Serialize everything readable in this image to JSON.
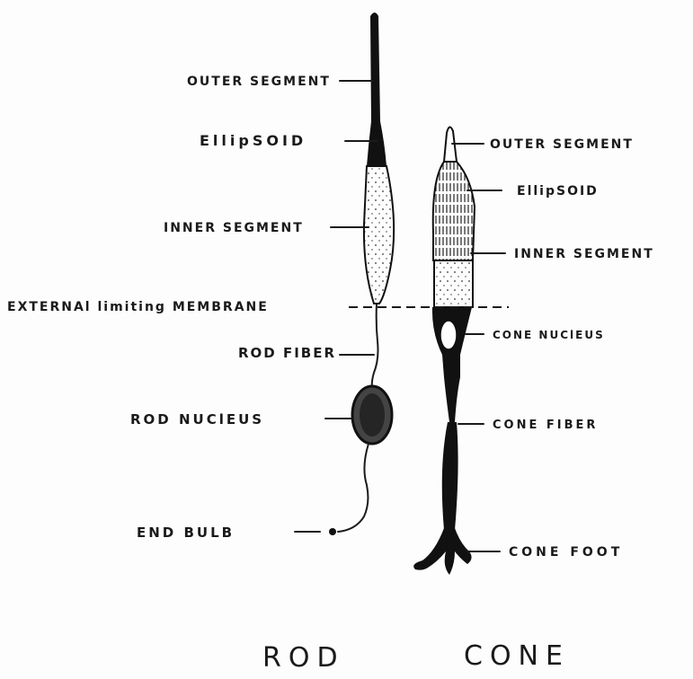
{
  "rod": {
    "title": "ROD",
    "labels": {
      "outer_segment": "OUTER SEGMENT",
      "ellipsoid": "EllipSOID",
      "inner_segment": "INNER SEGMENT",
      "external_limiting_membrane": "EXTERNAl limiting MEMBRANE",
      "rod_fiber": "ROD FIBER",
      "rod_nucleus": "ROD NUClEUS",
      "end_bulb": "END BULB"
    }
  },
  "cone": {
    "title": "CONE",
    "labels": {
      "outer_segment": "OUTER SEGMENT",
      "ellipsoid": "EllipSOID",
      "inner_segment": "INNER SEGMENT",
      "cone_nucleus": "CONE NUClEUS",
      "cone_fiber": "CONE FIBER",
      "cone_foot": "CONE FOOT"
    }
  }
}
